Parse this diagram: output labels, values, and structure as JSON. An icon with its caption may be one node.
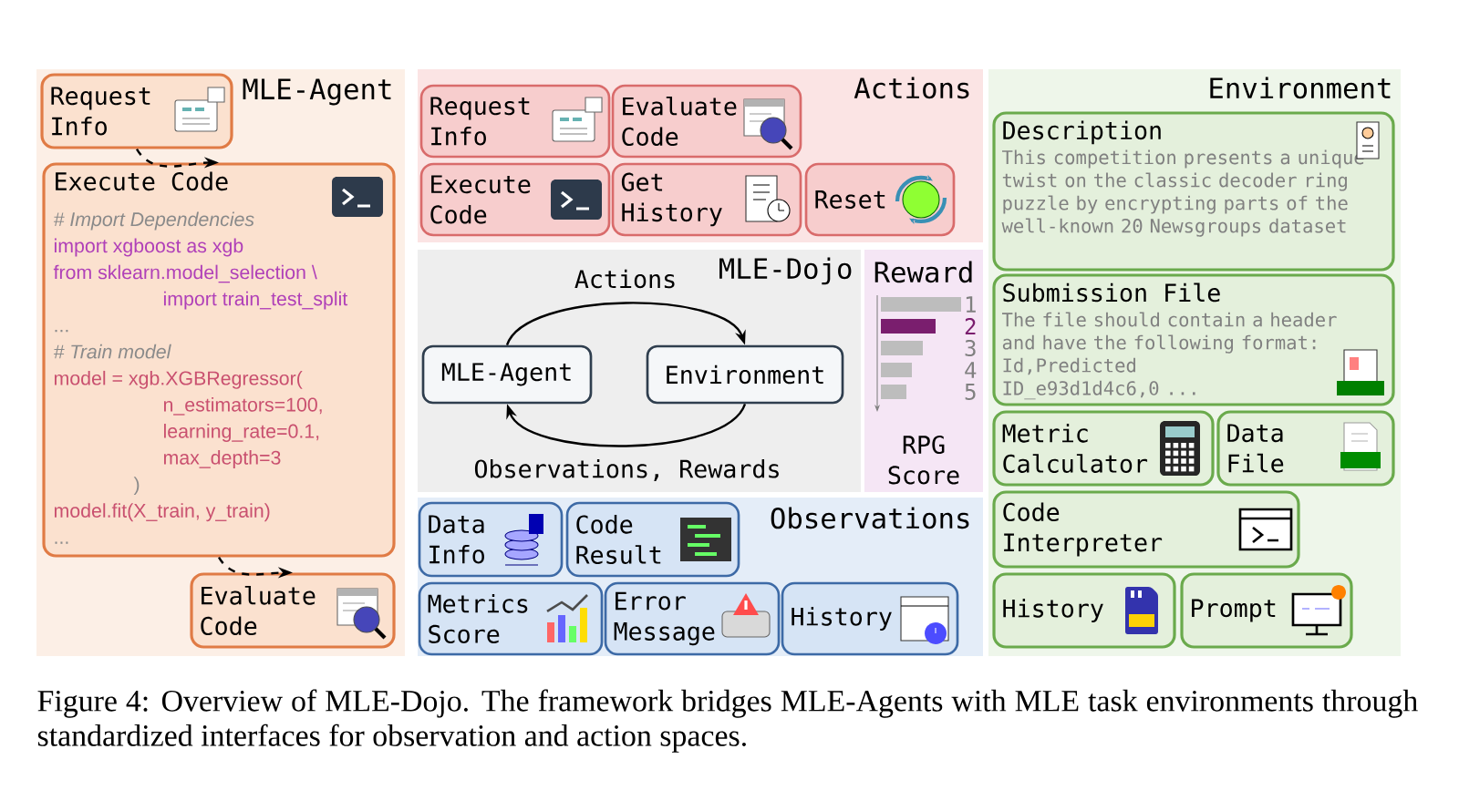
{
  "diagram": {
    "caption": "Figure 4: Overview of MLE-Dojo. The framework bridges MLE-Agents with MLE task environments through standardized interfaces for observation and action spaces.",
    "nodes": [
      {
        "text": [
          "MLE-Agent"
        ]
      },
      {
        "text": [
          "Request Info"
        ],
        "in": 0
      },
      {
        "text": [
          "Execute Code",
          "# Import Dependencies",
          "import xgboost as xgb",
          "from sklearn.model_selection \\",
          "import train_test_split",
          "...",
          "# Train model",
          "model = xgb.XGBRegressor(",
          "n_estimators=100,",
          "learning_rate=0.1,",
          "max_depth=3",
          ")",
          "model.fit(X_train, y_train)",
          "..."
        ],
        "in": 0
      },
      {
        "text": [
          "Evaluate Code"
        ],
        "in": 0
      },
      {
        "text": [
          "Actions"
        ]
      },
      {
        "text": [
          "Request Info"
        ],
        "in": 4
      },
      {
        "text": [
          "Evaluate Code"
        ],
        "in": 4
      },
      {
        "text": [
          "Execute Code"
        ],
        "in": 4
      },
      {
        "text": [
          "Get History"
        ],
        "in": 4
      },
      {
        "text": [
          "Reset"
        ],
        "in": 4
      },
      {
        "text": [
          "MLE-Dojo"
        ]
      },
      {
        "text": [
          "MLE-Agent"
        ],
        "in": 10
      },
      {
        "text": [
          "Environment"
        ],
        "in": 10
      },
      {
        "text": [
          "Reward",
          "RPG Score"
        ]
      },
      {
        "text": [
          "Observations"
        ]
      },
      {
        "text": [
          "Data Info"
        ],
        "in": 14
      },
      {
        "text": [
          "Code Result"
        ],
        "in": 14
      },
      {
        "text": [
          "Metrics Score"
        ],
        "in": 14
      },
      {
        "text": [
          "Error Message"
        ],
        "in": 14
      },
      {
        "text": [
          "History"
        ],
        "in": 14
      },
      {
        "text": [
          "Environment"
        ]
      },
      {
        "text": [
          "Description",
          "This competition presents a unique twist on the classic decoder ring puzzle by encrypting parts of the well-known 20 Newsgroups dataset"
        ],
        "in": 20
      },
      {
        "text": [
          "Submission File",
          "The file should contain a header and have the following format:",
          "Id,Predicted",
          "ID_e93d1d4c6,0 ..."
        ],
        "in": 20
      },
      {
        "text": [
          "Metric Calculator"
        ],
        "in": 20
      },
      {
        "text": [
          "Data File"
        ],
        "in": 20
      },
      {
        "text": [
          "Code Interpreter"
        ],
        "in": 20
      },
      {
        "text": [
          "History"
        ],
        "in": 20
      },
      {
        "text": [
          "Prompt"
        ],
        "in": 20
      }
    ],
    "edges": [
      {
        "from": 1,
        "to": 2,
        "arrow": "to",
        "style": "dashed"
      },
      {
        "from": 2,
        "to": 3,
        "arrow": "to",
        "style": "dashed"
      },
      {
        "from": 11,
        "to": 12,
        "arrow": "to",
        "label": "Actions"
      },
      {
        "from": 12,
        "to": 11,
        "arrow": "to",
        "label": "Observations, Rewards"
      }
    ],
    "labels": [
      "1",
      "2",
      "3",
      "4",
      "5"
    ]
  }
}
